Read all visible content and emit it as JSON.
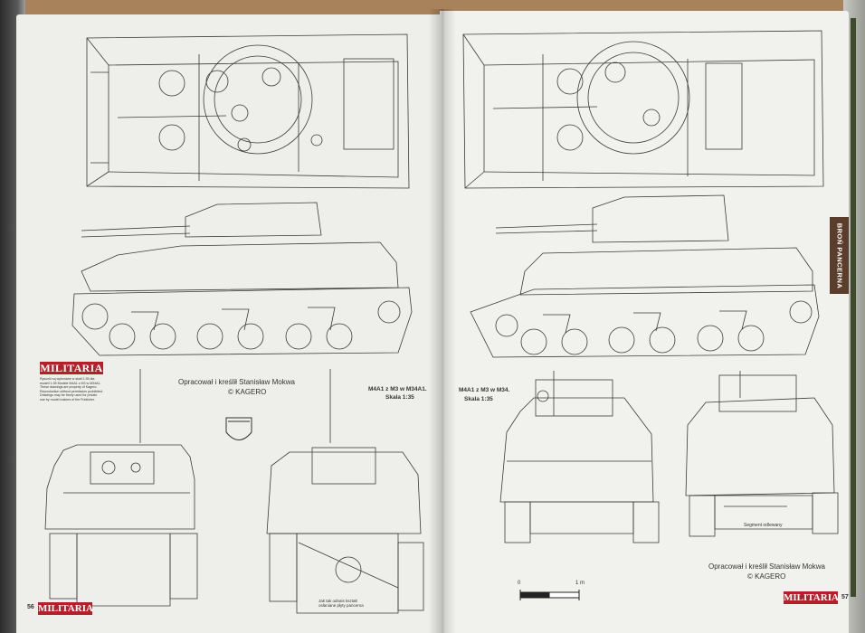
{
  "magazine": {
    "logo_top": "MILITARIA",
    "logo_footer_left": "MILITARIA",
    "logo_footer_right": "MILITARIA",
    "page_left_number": "56",
    "page_right_number": "57",
    "section_tab": "BROŃ PANCERNA",
    "sidebar_note": "Rysunki są wykonane w skali 1:35 dla modeli 1:35 Modele M4A1 z M3 w M34A1. These drawings are property of Kagero. Reproduction without permission prohibited. Drawings may be freely used for private use by model makers of the Publisher."
  },
  "left_page": {
    "credit_line1": "Opracował i kreślił Stanisław Mokwa",
    "credit_line2": "KAGERO",
    "copyright_symbol": "©",
    "caption_line1": "M4A1 z M3 w M34A1.",
    "caption_line2": "Skala 1:35",
    "annotation": "Jak tak odnais kształt osłaniane płyty pancerna"
  },
  "right_page": {
    "caption_line1": "M4A1 z M3 w M34.",
    "caption_line2": "Skala 1:35",
    "credit_line1": "Opracował i kreślił Stanisław Mokwa",
    "credit_line2": "KAGERO",
    "copyright_symbol": "©",
    "annotation": "Segment odlewany",
    "scale_zero": "0",
    "scale_one": "1 m"
  }
}
